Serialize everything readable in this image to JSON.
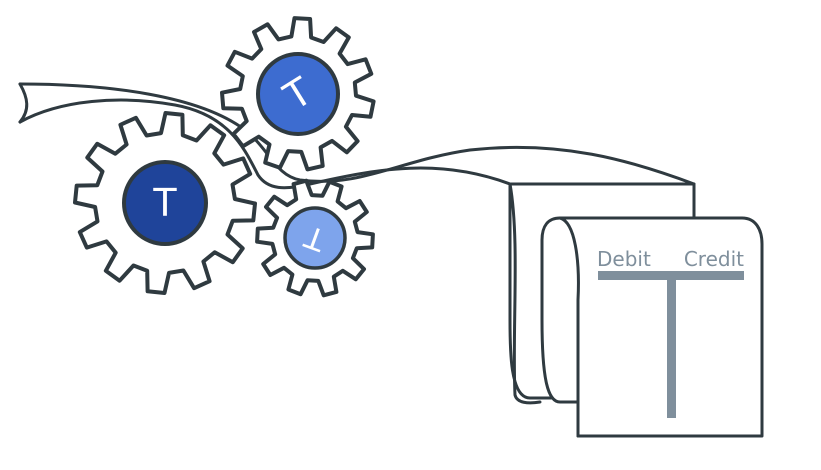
{
  "ledger": {
    "debit_label": "Debit",
    "credit_label": "Credit"
  },
  "gears": {
    "large": {
      "glyph": "T"
    },
    "medium": {
      "glyph": "T"
    },
    "small": {
      "glyph": "T"
    }
  },
  "colors": {
    "outline": "#2f3a40",
    "gear_fill": "#ffffff",
    "hub_large": "#1f449a",
    "hub_medium": "#3d6cd0",
    "hub_small": "#7ea4ec",
    "ledger_rule": "#7f8f9c",
    "ledger_text": "#7f8f9c",
    "glyph": "#ffffff"
  }
}
